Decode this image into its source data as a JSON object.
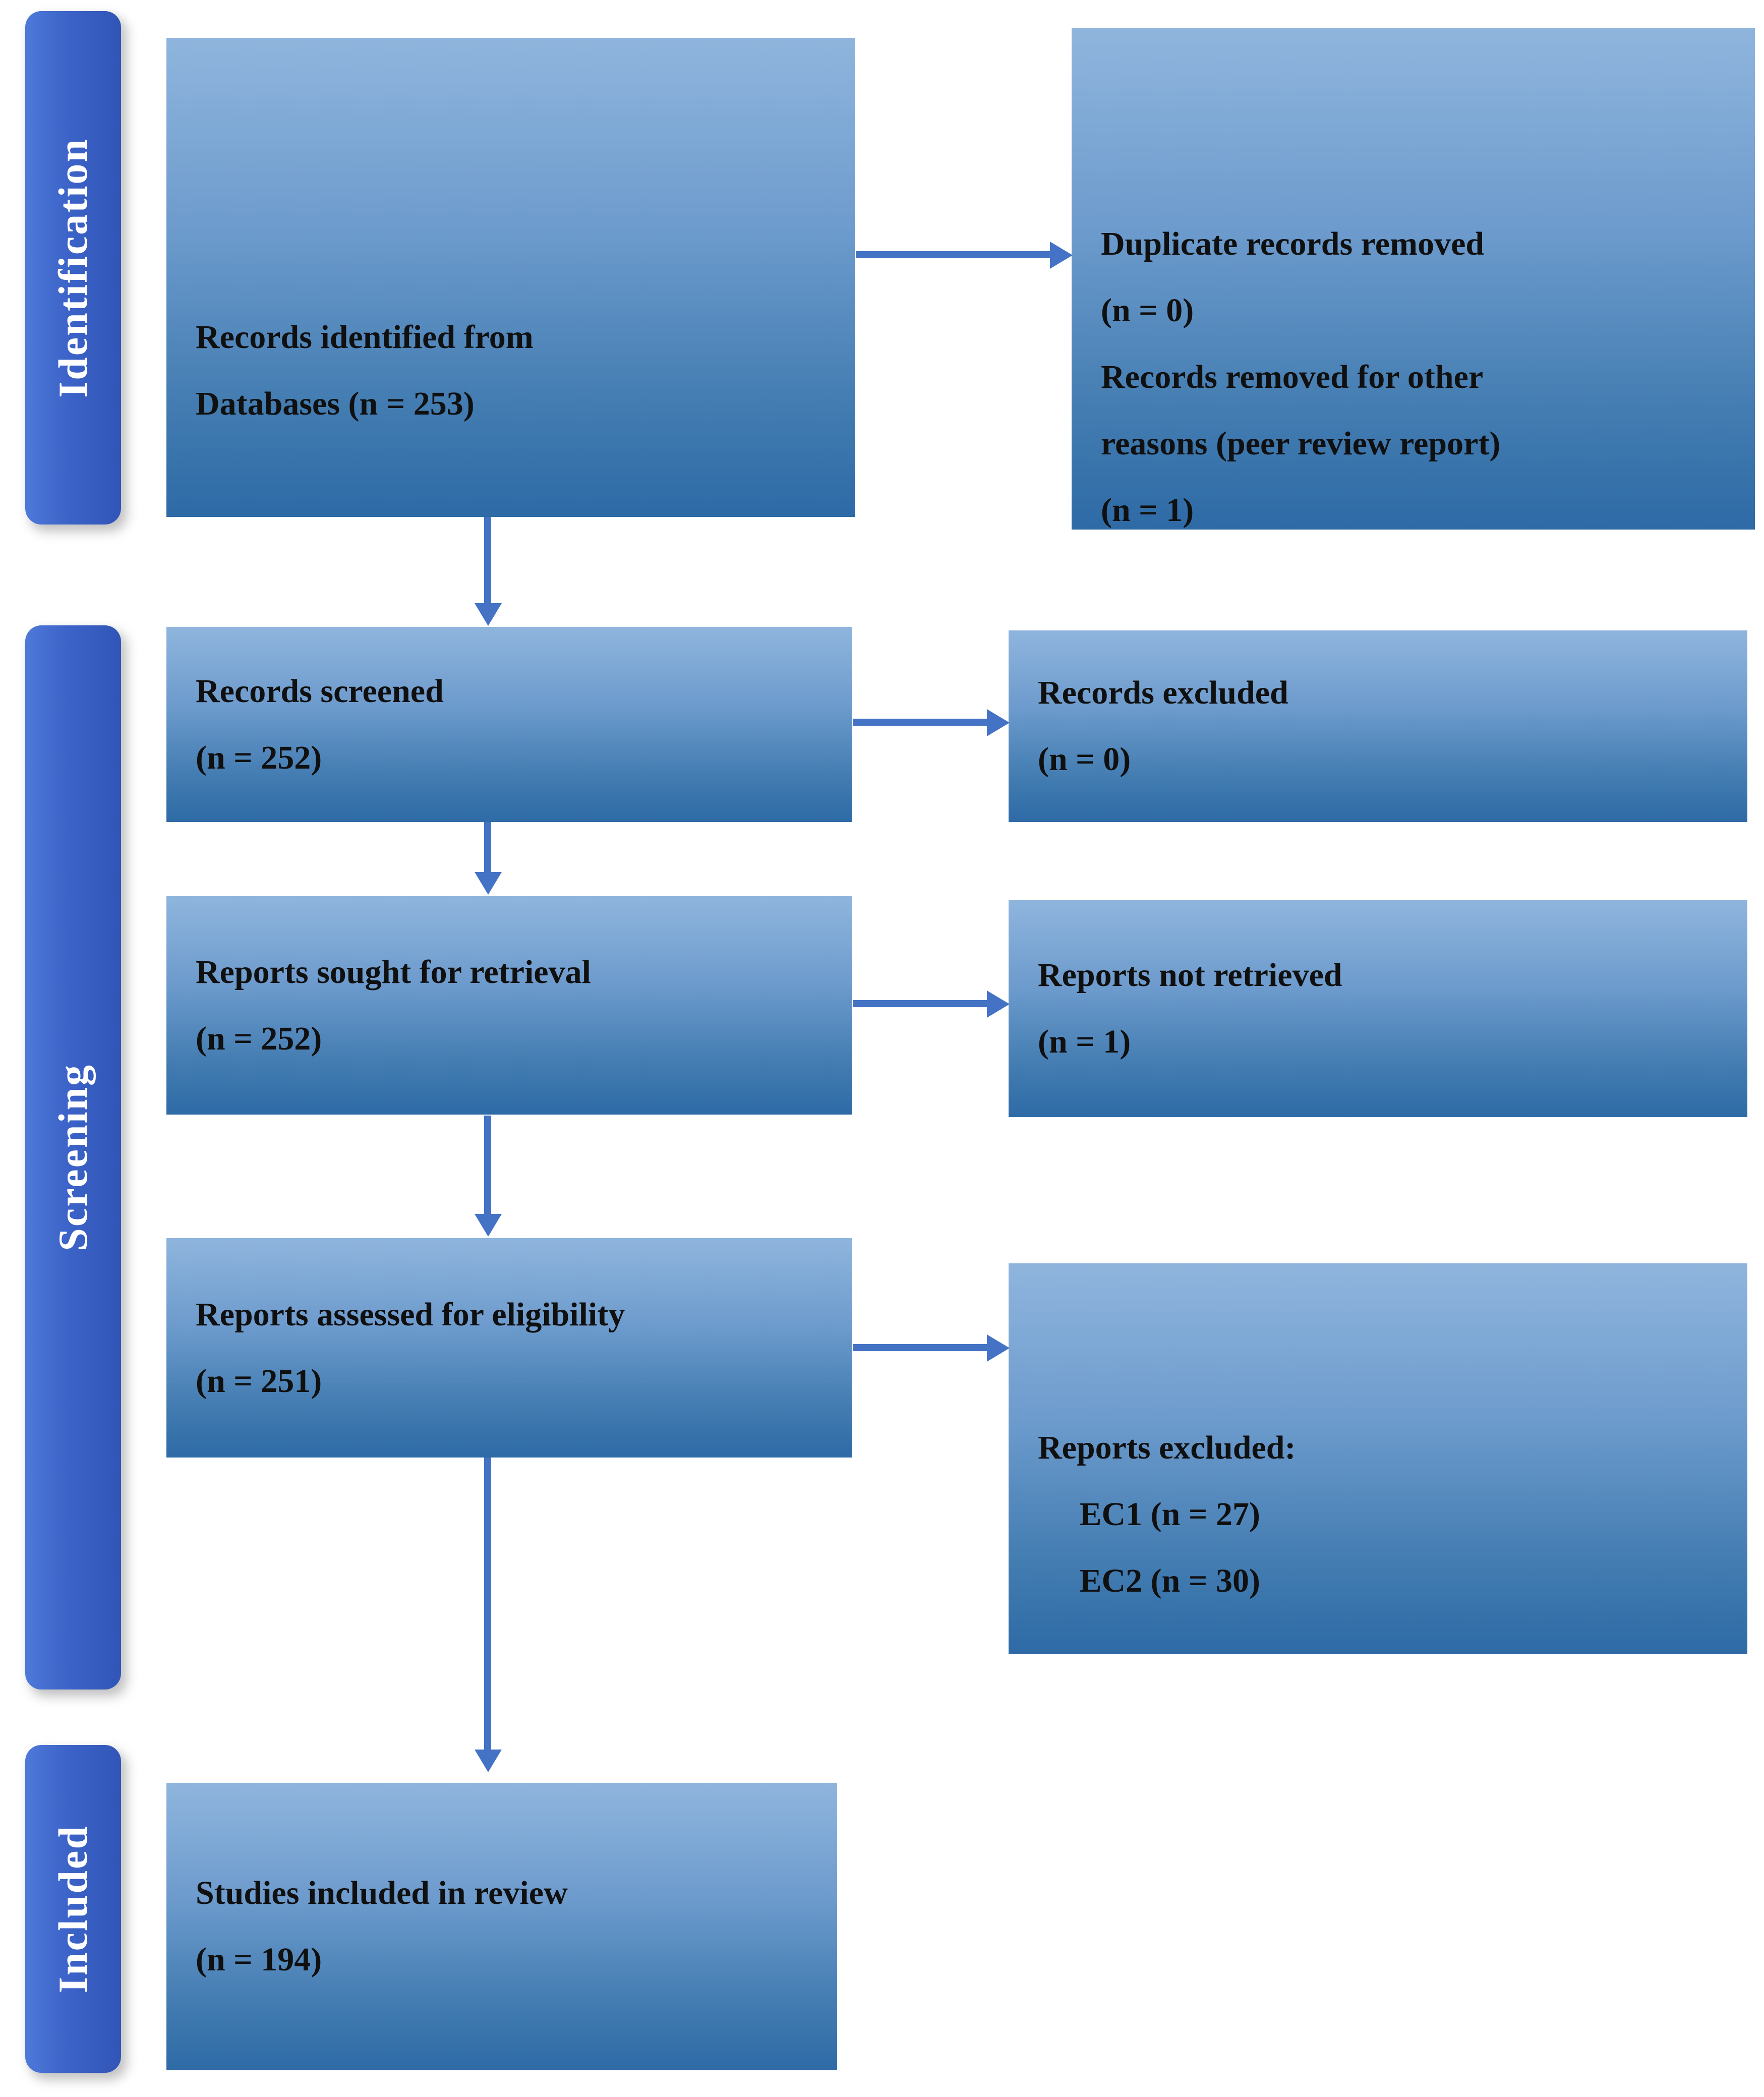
{
  "sidebar": {
    "stages": [
      {
        "label": "Identification"
      },
      {
        "label": "Screening"
      },
      {
        "label": "Included"
      }
    ]
  },
  "boxes": {
    "identified": "Records identified from\nDatabases (n = 253)",
    "duplicates_removed": "Duplicate records removed\n(n = 0)\nRecords removed for other\nreasons (peer review report)\n(n = 1)",
    "screened": "Records screened\n(n = 252)",
    "records_excluded": "Records excluded\n(n = 0)",
    "sought": "Reports sought for retrieval\n(n = 252)",
    "not_retrieved": "Reports not retrieved\n(n = 1)",
    "assessed": "Reports assessed for eligibility\n(n = 251)",
    "reports_excluded": "Reports excluded:\n     EC1 (n = 27)\n     EC2 (n = 30)",
    "included_review": "Studies included in review\n(n = 194)"
  },
  "colors": {
    "arrow": "#4472c4",
    "box_gradient_top": "#8fb5dd",
    "box_gradient_bottom": "#2e6aa6",
    "stage_bar": "#3c63c8",
    "stage_text": "#ffffff",
    "box_text": "#101010",
    "background": "#ffffff"
  }
}
